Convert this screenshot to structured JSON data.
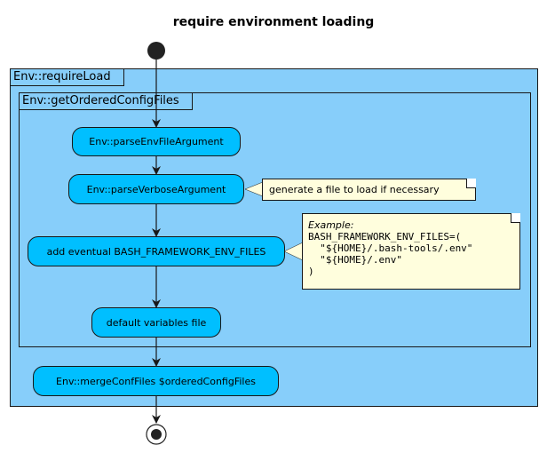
{
  "diagram": {
    "title": "require environment loading",
    "outer_frame_label": "Env::requireLoad",
    "inner_frame_label": "Env::getOrderedConfigFiles",
    "nodes": {
      "parse_env": "Env::parseEnvFileArgument",
      "parse_verbose": "Env::parseVerboseArgument",
      "add_eventual": "add eventual BASH_FRAMEWORK_ENV_FILES",
      "default_vars": "default variables file",
      "merge_conf": "Env::mergeConfFiles $orderedConfigFiles"
    },
    "notes": {
      "verbose_note": "generate a file to load if necessary",
      "env_files_note": {
        "heading": "Example:",
        "lines": [
          "BASH_FRAMEWORK_ENV_FILES=(",
          "  \"${HOME}/.bash-tools/.env\"",
          "  \"${HOME}/.env\"",
          ")"
        ]
      }
    },
    "colors": {
      "frame_fill": "#87cefa",
      "node_fill": "#00bfff",
      "note_fill": "#fffedd",
      "line": "#181818"
    }
  }
}
